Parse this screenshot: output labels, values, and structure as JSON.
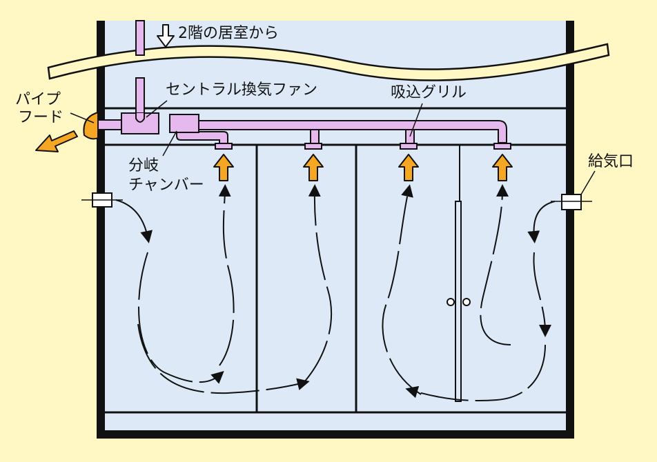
{
  "labels": {
    "from_upstairs": "2階の居室から",
    "central_fan": "セントラル換気ファン",
    "intake_grille": "吸込グリル",
    "pipe_hood_line1": "パイプ",
    "pipe_hood_line2": "フード",
    "branch_chamber_line1": "分岐",
    "branch_chamber_line2": "チャンバー",
    "supply_port": "給気口"
  },
  "colors": {
    "background": "#fff7c4",
    "room": "#dde9f7",
    "wall": "#111111",
    "duct": "#e5b8ee",
    "airflow_up": "#f5a623"
  }
}
